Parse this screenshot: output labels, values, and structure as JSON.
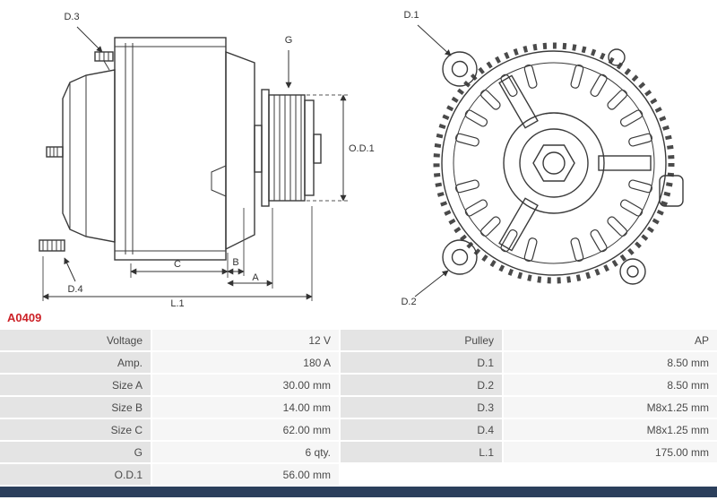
{
  "part": {
    "number": "A0409"
  },
  "colors": {
    "accent_red": "#cc2127",
    "label_cell_bg": "#e4e4e4",
    "value_cell_bg": "#f6f6f6",
    "footer_bar": "#2b3f5c"
  },
  "diagram": {
    "labels": {
      "d1": "D.1",
      "d2": "D.2",
      "d3": "D.3",
      "d4": "D.4",
      "g": "G",
      "od1": "O.D.1",
      "a": "A",
      "b": "B",
      "c": "C",
      "l1": "L.1"
    }
  },
  "specs": {
    "rows": [
      {
        "l_label": "Voltage",
        "l_value": "12 V",
        "r_label": "Pulley",
        "r_value": "AP"
      },
      {
        "l_label": "Amp.",
        "l_value": "180 A",
        "r_label": "D.1",
        "r_value": "8.50 mm"
      },
      {
        "l_label": "Size A",
        "l_value": "30.00 mm",
        "r_label": "D.2",
        "r_value": "8.50 mm"
      },
      {
        "l_label": "Size B",
        "l_value": "14.00 mm",
        "r_label": "D.3",
        "r_value": "M8x1.25 mm"
      },
      {
        "l_label": "Size C",
        "l_value": "62.00 mm",
        "r_label": "D.4",
        "r_value": "M8x1.25 mm"
      },
      {
        "l_label": "G",
        "l_value": "6 qty.",
        "r_label": "L.1",
        "r_value": "175.00 mm"
      },
      {
        "l_label": "O.D.1",
        "l_value": "56.00 mm",
        "r_label": "",
        "r_value": ""
      }
    ]
  }
}
